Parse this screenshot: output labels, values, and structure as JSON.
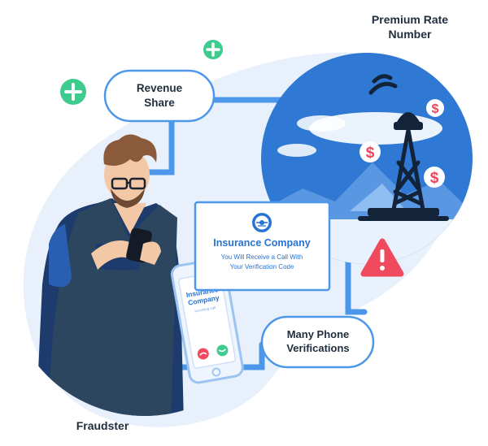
{
  "labels": {
    "premium_rate_line1": "Premium Rate",
    "premium_rate_line2": "Number",
    "revenue_line1": "Revenue",
    "revenue_line2": "Share",
    "fraudster": "Fraudster",
    "many_phone_line1": "Many Phone",
    "many_phone_line2": "Verifications"
  },
  "sms_card": {
    "title": "Insurance Company",
    "line1": "You Will Receive a Call With",
    "line2": "Your Verification Code"
  },
  "phone_screen": {
    "caller_line1": "Insurance",
    "caller_line2": "Company",
    "status": "incoming call"
  },
  "icons": {
    "plus": "plus-icon",
    "dollar": "dollar-icon",
    "warning": "warning-icon",
    "shield": "shield-icon",
    "antenna": "antenna-tower-icon"
  },
  "colors": {
    "blob": "#e6f0fb",
    "globe": "#2f78d3",
    "connector": "#4d97eb",
    "plus": "#3ecb8e",
    "dollar": "#f0455c",
    "warning": "#ef4a5e",
    "text_dark": "#1f2d3d",
    "brand_blue": "#2673d4"
  }
}
